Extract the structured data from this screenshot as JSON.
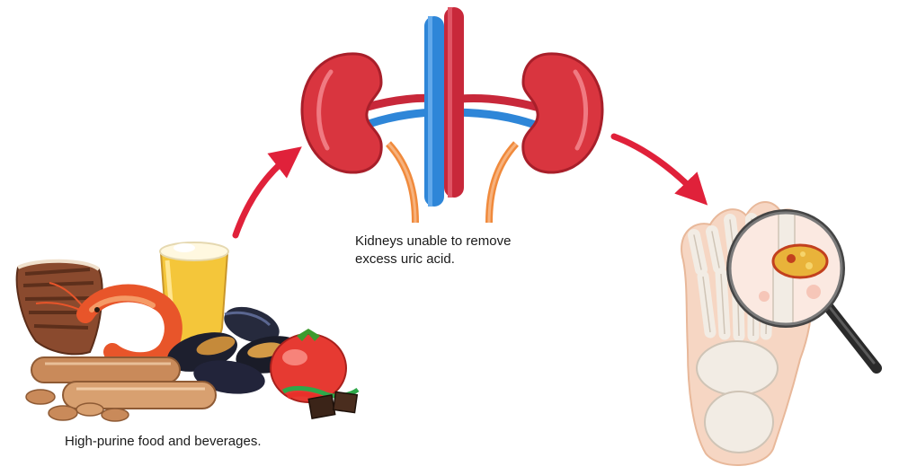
{
  "captions": {
    "kidneys_line1": "Kidneys unable to remove",
    "kidneys_line2": "excess uric acid.",
    "food": "High-purine food and beverages."
  },
  "colors": {
    "kidney": "#d9353f",
    "kidney_dark": "#a81f2a",
    "vein": "#2e86d8",
    "artery": "#c8283a",
    "ureter": "#f08a3c",
    "arrow": "#e0213a",
    "bone": "#f2ece4",
    "skin": "#f6d6c3",
    "uric_deposit": "#e9b33a"
  },
  "icons": {
    "kidneys": "kidneys-illustration",
    "food": "high-purine-food-illustration",
    "foot": "gout-foot-illustration",
    "magnifier": "magnifying-glass-icon"
  }
}
